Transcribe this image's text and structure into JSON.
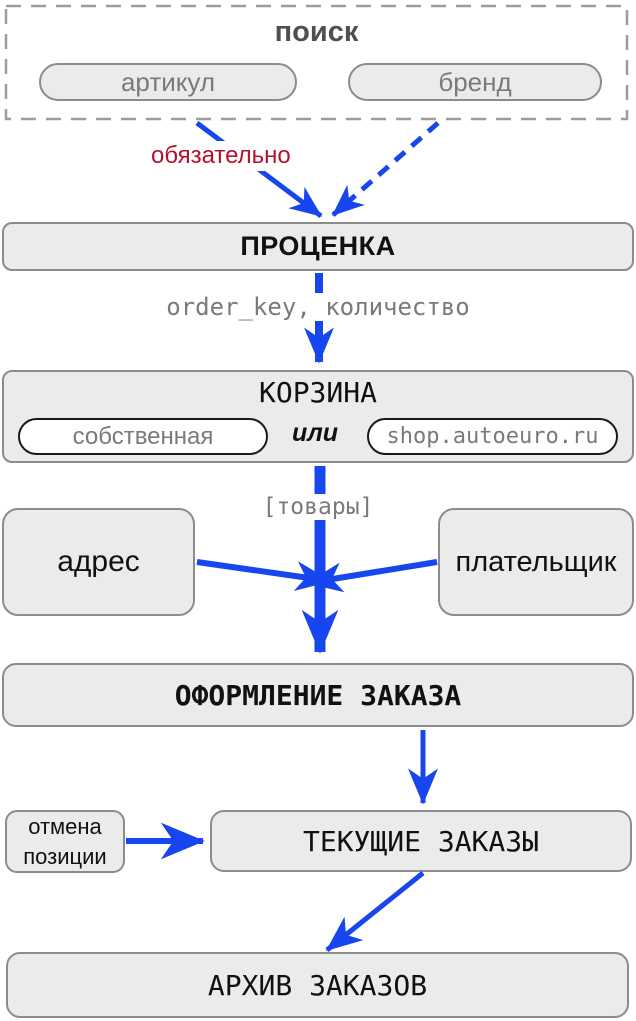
{
  "colors": {
    "arrow_blue": "#1745ee",
    "required_red": "#b5122d",
    "node_fill": "#ebebeb",
    "node_border": "#8c8c8c",
    "muted_text": "#7a7a7a"
  },
  "search": {
    "title": "поиск",
    "article_option": "артикул",
    "brand_option": "бренд"
  },
  "edge_labels": {
    "required": "обязательно",
    "pricing_to_cart": "order_key, количество",
    "cart_to_checkout": "[товары]",
    "or": "или"
  },
  "nodes": {
    "pricing": "ПРОЦЕНКА",
    "cart_title": "КОРЗИНА",
    "cart_own": "собственная",
    "cart_shop": "shop.autoeuro.ru",
    "address": "адрес",
    "payer": "плательщик",
    "checkout": "ОФОРМЛЕНИЕ ЗАКАЗА",
    "cancel_line1": "отмена",
    "cancel_line2": "позиции",
    "current_orders": "ТЕКУЩИЕ ЗАКАЗЫ",
    "archive": "АРХИВ ЗАКАЗОВ"
  }
}
